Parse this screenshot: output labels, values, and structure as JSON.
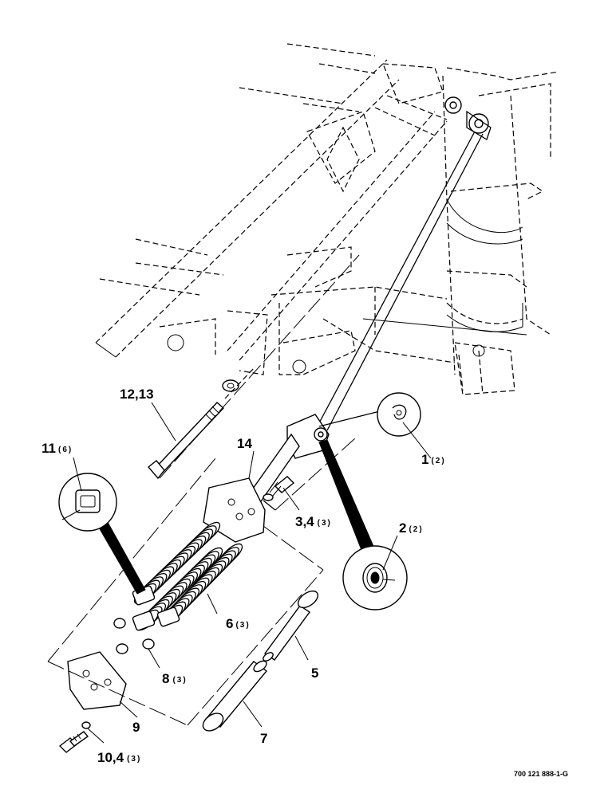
{
  "callouts": {
    "c1": {
      "num": "1",
      "qty": "(2)"
    },
    "c2": {
      "num": "2",
      "qty": "(2)"
    },
    "c34": {
      "num": "3,4",
      "qty": "(3)"
    },
    "c5": {
      "num": "5"
    },
    "c6": {
      "num": "6",
      "qty": "(3)"
    },
    "c7": {
      "num": "7"
    },
    "c8": {
      "num": "8",
      "qty": "(3)"
    },
    "c9": {
      "num": "9"
    },
    "c104": {
      "num": "10,4",
      "qty": "(3)"
    },
    "c11": {
      "num": "11",
      "qty": "(6)"
    },
    "c1213": {
      "num": "12,13"
    },
    "c14": {
      "num": "14"
    }
  },
  "drawing_number": "700 121 888-1-G"
}
